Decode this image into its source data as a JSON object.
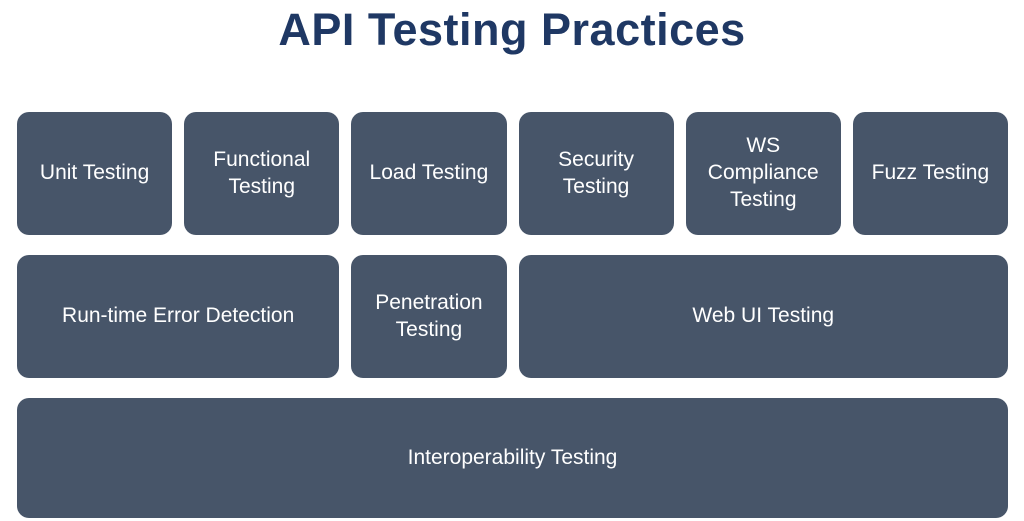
{
  "title": "API Testing Practices",
  "colors": {
    "background": "#ffffff",
    "box_fill": "#475569",
    "title_text": "#1f3864",
    "box_text": "#ffffff"
  },
  "rows": [
    {
      "boxes": [
        {
          "label": "Unit Testing"
        },
        {
          "label": "Functional Testing"
        },
        {
          "label": "Load Testing"
        },
        {
          "label": "Security Testing"
        },
        {
          "label": "WS Compliance Testing"
        },
        {
          "label": "Fuzz Testing"
        }
      ]
    },
    {
      "boxes": [
        {
          "label": "Run-time Error Detection"
        },
        {
          "label": "Penetration Testing"
        },
        {
          "label": "Web UI Testing"
        }
      ]
    },
    {
      "boxes": [
        {
          "label": "Interoperability Testing"
        }
      ]
    }
  ]
}
